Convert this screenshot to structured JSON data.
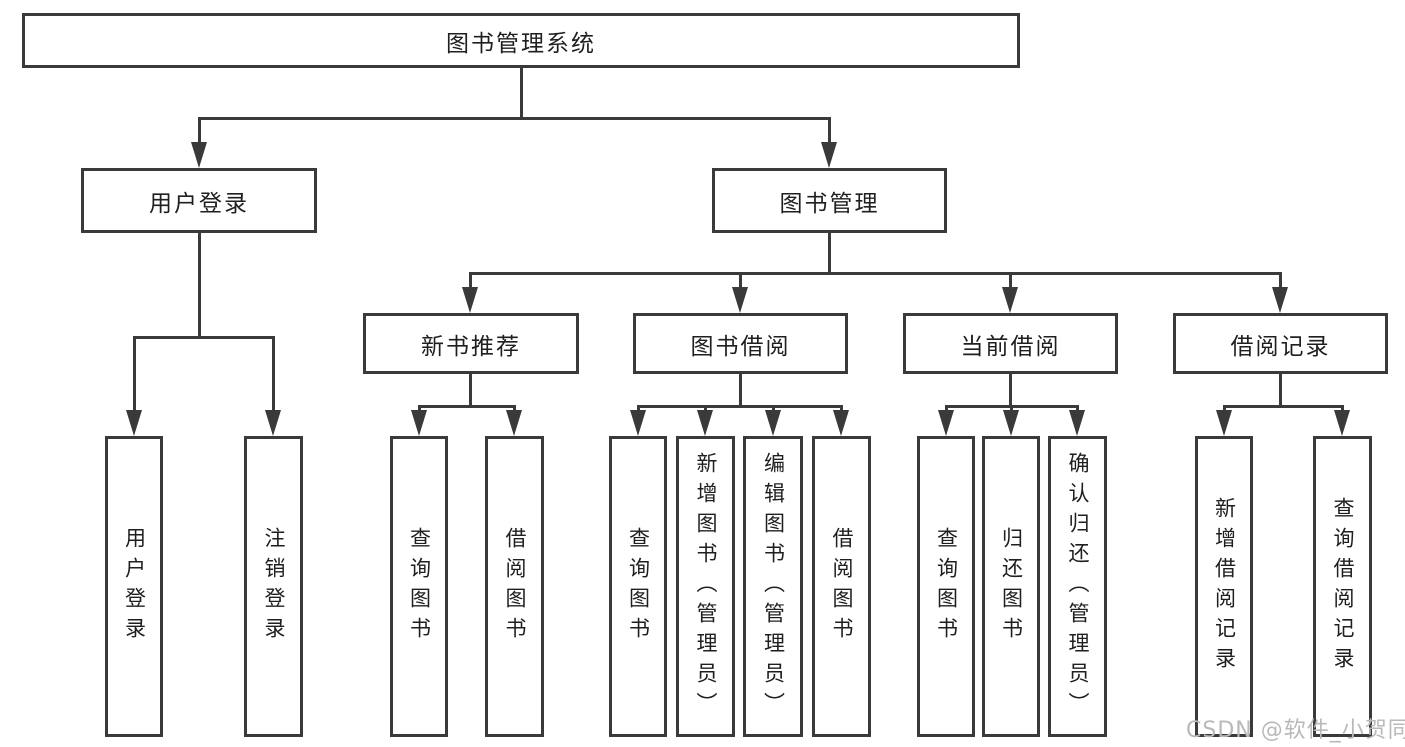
{
  "colors": {
    "line": "#3a3a3a",
    "text": "#1f1f1f",
    "watermark": "#b9b9b9",
    "background": "#ffffff"
  },
  "watermark": {
    "text": "CSDN @软件_小贺同学"
  },
  "diagram": {
    "root": {
      "label": "图书管理系统"
    },
    "branches": [
      {
        "label": "用户登录",
        "children": [
          {
            "label": "用户登录"
          },
          {
            "label": "注销登录"
          }
        ]
      },
      {
        "label": "图书管理",
        "children": [
          {
            "label": "新书推荐",
            "children": [
              {
                "label": "查询图书"
              },
              {
                "label": "借阅图书"
              }
            ]
          },
          {
            "label": "图书借阅",
            "children": [
              {
                "label": "查询图书"
              },
              {
                "label": "新增图书（管理员）"
              },
              {
                "label": "编辑图书（管理员）"
              },
              {
                "label": "借阅图书"
              }
            ]
          },
          {
            "label": "当前借阅",
            "children": [
              {
                "label": "查询图书"
              },
              {
                "label": "归还图书"
              },
              {
                "label": "确认归还（管理员）"
              }
            ]
          },
          {
            "label": "借阅记录",
            "children": [
              {
                "label": "新增借阅记录"
              },
              {
                "label": "查询借阅记录"
              }
            ]
          }
        ]
      }
    ]
  }
}
